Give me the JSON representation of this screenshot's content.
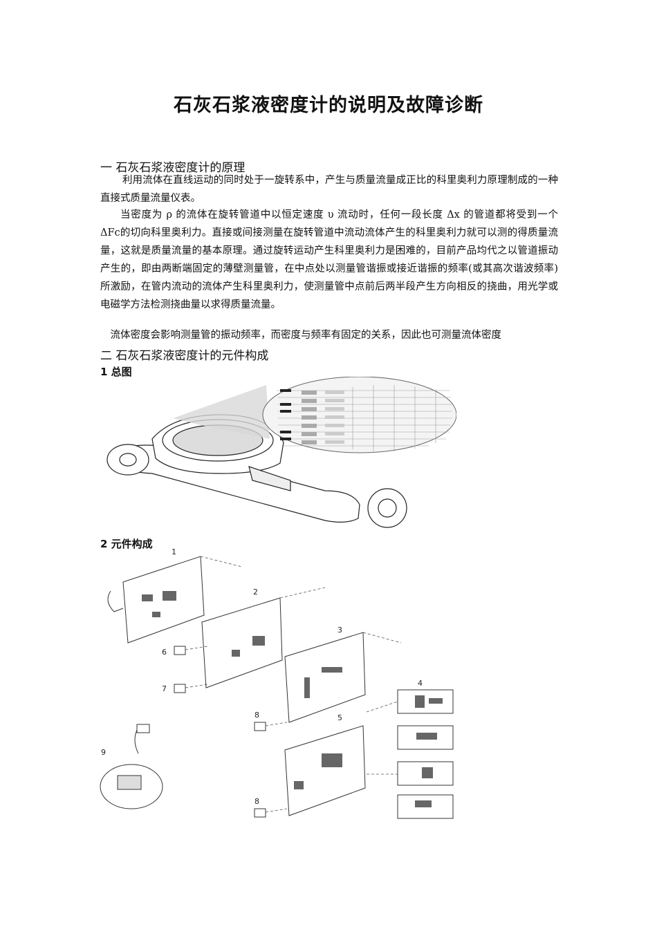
{
  "document": {
    "title": "石灰石浆液密度计的说明及故障诊断",
    "section1": {
      "heading": "一 石灰石浆液密度计的原理",
      "paragraphs": [
        "利用流体在直线运动的同时处于一旋转系中，产生与质量流量成正比的科里奥利力原理制成的一种直接式质量流量仪表。",
        "当密度为 ρ 的流体在旋转管道中以恒定速度 υ 流动时，任何一段长度 Δx 的管道都将受到一个 ΔFc的切向科里奥利力。直接或间接测量在旋转管道中流动流体产生的科里奥利力就可以测的得质量流量，这就是质量流量的基本原理。通过旋转运动产生科里奥利力是困难的，目前产品均代之以管道振动产生的，即由两断端固定的薄壁测量管，在中点处以测量管谐振或接近谐振的频率(或其高次谐波频率)所激励，在管内流动的流体产生科里奥利力，使测量管中点前后两半段产生方向相反的挠曲，用光学或电磁学方法检测挠曲量以求得质量流量。",
        "流体密度会影响测量管的振动频率，而密度与频率有固定的关系，因此也可测量流体密度"
      ]
    },
    "section2": {
      "heading": "二 石灰石浆液密度计的元件构成",
      "sub1": "1 总图",
      "sub2": "2 元件构成",
      "callouts": [
        "1",
        "2",
        "3",
        "4",
        "5",
        "6",
        "7",
        "8",
        "9"
      ]
    }
  }
}
